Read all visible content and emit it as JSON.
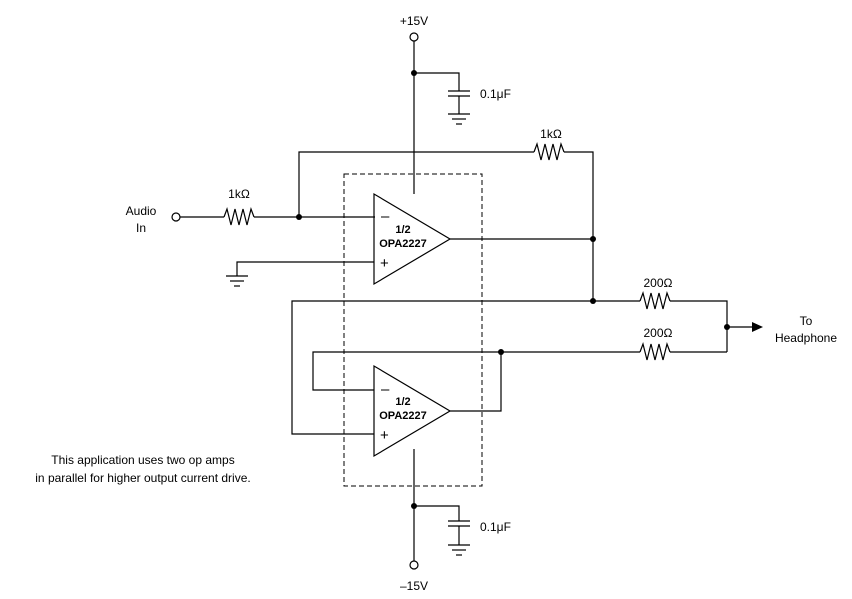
{
  "supply": {
    "positive": "+15V",
    "negative": "–15V"
  },
  "capacitors": {
    "top": "0.1μF",
    "bottom": "0.1μF"
  },
  "input": {
    "line1": "Audio",
    "line2": "In",
    "resistor": "1kΩ"
  },
  "feedback_resistor": "1kΩ",
  "output_resistors": {
    "upper": "200Ω",
    "lower": "200Ω"
  },
  "opamp_top": {
    "line1": "1/2",
    "line2": "OPA2227",
    "minus": "–",
    "plus": "+"
  },
  "opamp_bottom": {
    "line1": "1/2",
    "line2": "OPA2227",
    "minus": "–",
    "plus": "+"
  },
  "output": {
    "line1": "To",
    "line2": "Headphone"
  },
  "note": {
    "line1": "This application uses two op amps",
    "line2": "in parallel for higher output current drive."
  }
}
